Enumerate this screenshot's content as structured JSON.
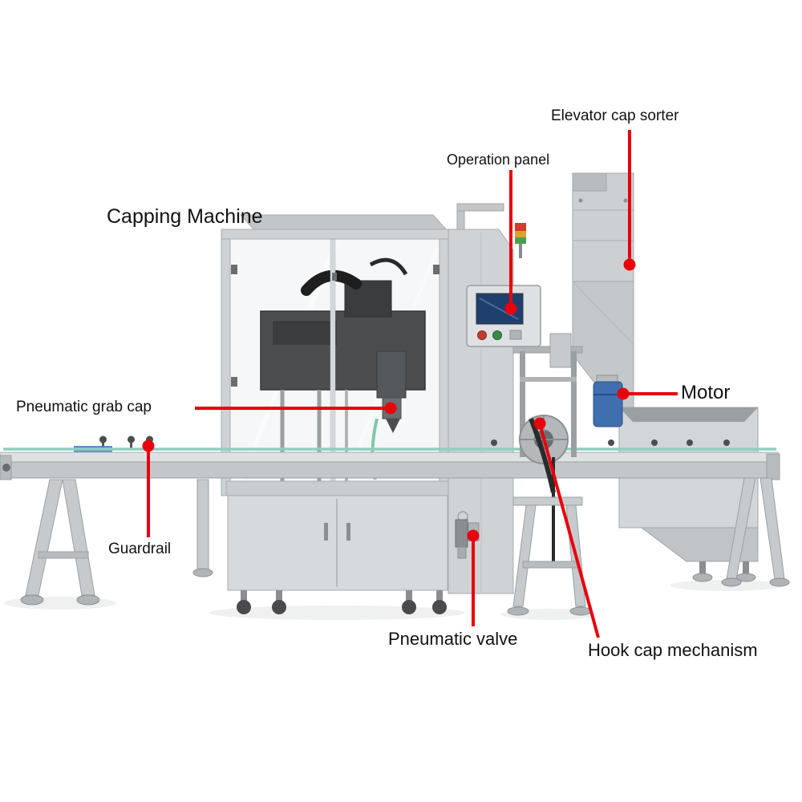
{
  "diagram": {
    "title": "Capping Machine",
    "annotation_color": "#e8000d",
    "background_color": "#ffffff",
    "labels": [
      {
        "id": "elevator-cap-sorter",
        "text": "Elevator cap sorter"
      },
      {
        "id": "operation-panel",
        "text": "Operation panel"
      },
      {
        "id": "pneumatic-grab-cap",
        "text": "Pneumatic grab cap"
      },
      {
        "id": "motor",
        "text": "Motor"
      },
      {
        "id": "guardrail",
        "text": "Guardrail"
      },
      {
        "id": "pneumatic-valve",
        "text": "Pneumatic valve"
      },
      {
        "id": "hook-cap-mechanism",
        "text": "Hook cap mechanism"
      }
    ],
    "machine_colors": {
      "stainless_light": "#dfe2e3",
      "stainless_mid": "#c6cacc",
      "stainless_dark": "#9aa0a2",
      "mechanism_dark": "#4b4d4f",
      "guide_rail_green": "#8ecfc0",
      "motor_blue": "#3f6fae",
      "screen_blue": "#1f3f6e"
    }
  }
}
